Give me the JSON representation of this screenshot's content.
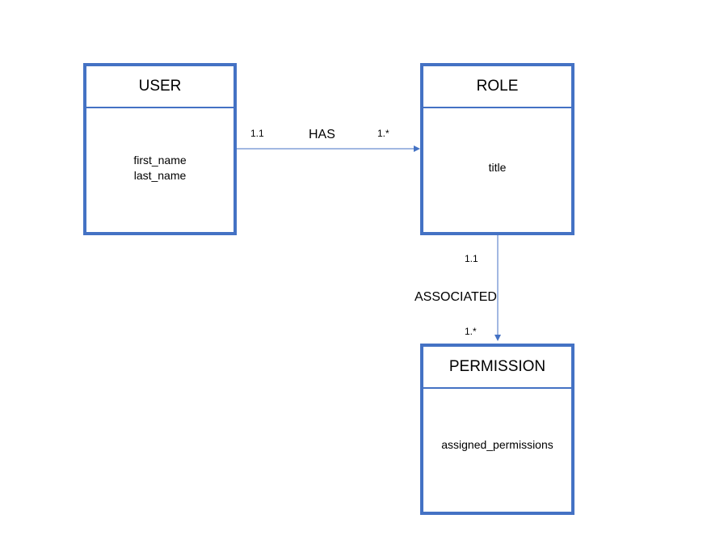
{
  "entities": {
    "user": {
      "name": "USER",
      "attributes": [
        "first_name",
        "last_name"
      ]
    },
    "role": {
      "name": "ROLE",
      "attributes": [
        "title"
      ]
    },
    "permission": {
      "name": "PERMISSION",
      "attributes": [
        "assigned_permissions"
      ]
    }
  },
  "relationships": {
    "has": {
      "label": "HAS",
      "source_multiplicity": "1.1",
      "target_multiplicity": "1.*"
    },
    "associated": {
      "label": "ASSOCIATED",
      "source_multiplicity": "1.1",
      "target_multiplicity": "1.*"
    }
  },
  "colors": {
    "entity_border": "#4472c4",
    "connector": "#4472c4"
  }
}
